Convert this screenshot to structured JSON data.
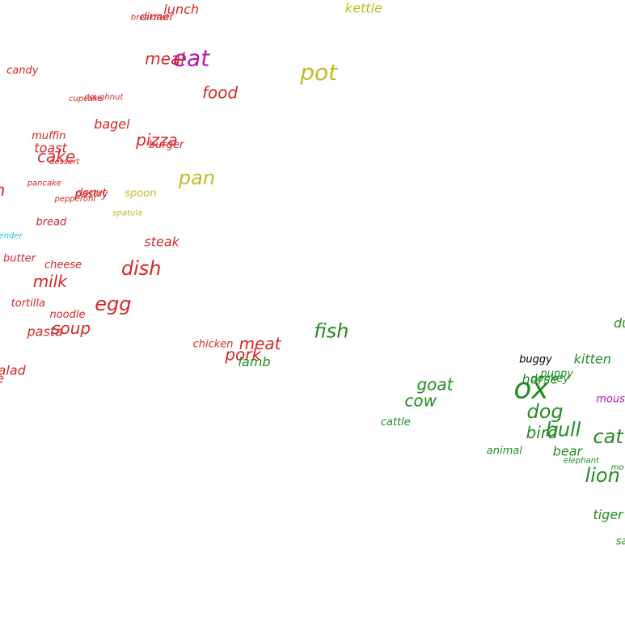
{
  "chart_data": {
    "type": "scatter",
    "title": "",
    "xlabel": "",
    "ylabel": "",
    "grid": false,
    "legend": "none",
    "marker": "text",
    "xlim": [
      0,
      100
    ],
    "ylim": [
      0,
      100
    ],
    "colors": {
      "food": "#d62728",
      "utensil": "#bcbd22",
      "animal": "#228b22",
      "verb": "#b316b3",
      "other": "#000000",
      "teal": "#17becf"
    },
    "points": [
      {
        "label": "kettle",
        "x": 58.2,
        "y": 98.6,
        "group": "utensil",
        "weight": 2
      },
      {
        "label": "lunch",
        "x": 29.0,
        "y": 98.4,
        "group": "food",
        "weight": 2
      },
      {
        "label": "dinner",
        "x": 25.1,
        "y": 97.2,
        "group": "food",
        "weight": 1
      },
      {
        "label": "breakfast",
        "x": 24.0,
        "y": 97.2,
        "group": "food",
        "weight": 0
      },
      {
        "label": "pot",
        "x": 51.0,
        "y": 88.2,
        "group": "utensil",
        "weight": 5
      },
      {
        "label": "eat",
        "x": 30.6,
        "y": 90.5,
        "group": "verb",
        "weight": 5
      },
      {
        "label": "meal",
        "x": 26.4,
        "y": 90.4,
        "group": "food",
        "weight": 3
      },
      {
        "label": "candy",
        "x": 3.6,
        "y": 88.7,
        "group": "food",
        "weight": 1
      },
      {
        "label": "food",
        "x": 35.2,
        "y": 85.0,
        "group": "food",
        "weight": 3
      },
      {
        "label": "cupcake",
        "x": 13.7,
        "y": 84.2,
        "group": "food",
        "weight": 0
      },
      {
        "label": "doughnut",
        "x": 16.6,
        "y": 84.5,
        "group": "food",
        "weight": 0
      },
      {
        "label": "bagel",
        "x": 17.9,
        "y": 80.0,
        "group": "food",
        "weight": 2
      },
      {
        "label": "muffin",
        "x": 7.8,
        "y": 78.2,
        "group": "food",
        "weight": 1
      },
      {
        "label": "pizza",
        "x": 25.1,
        "y": 77.4,
        "group": "food",
        "weight": 3
      },
      {
        "label": "burger",
        "x": 26.6,
        "y": 76.8,
        "group": "food",
        "weight": 1
      },
      {
        "label": "toast",
        "x": 8.1,
        "y": 76.2,
        "group": "food",
        "weight": 2
      },
      {
        "label": "cake",
        "x": 9.0,
        "y": 74.8,
        "group": "food",
        "weight": 3
      },
      {
        "label": "dessert",
        "x": 10.3,
        "y": 74.1,
        "group": "food",
        "weight": 0
      },
      {
        "label": "pan",
        "x": 31.5,
        "y": 71.4,
        "group": "utensil",
        "weight": 4
      },
      {
        "label": "pancake",
        "x": 7.1,
        "y": 70.7,
        "group": "food",
        "weight": 0
      },
      {
        "label": "pastry",
        "x": 14.6,
        "y": 68.9,
        "group": "food",
        "weight": 1
      },
      {
        "label": "donut",
        "x": 14.6,
        "y": 69.1,
        "group": "food",
        "weight": 1
      },
      {
        "label": "pepperoni",
        "x": 12.0,
        "y": 68.2,
        "group": "food",
        "weight": 0
      },
      {
        "label": "spoon",
        "x": 22.5,
        "y": 69.0,
        "group": "utensil",
        "weight": 1
      },
      {
        "label": "n",
        "x": 0.0,
        "y": 69.4,
        "group": "food",
        "weight": 3
      },
      {
        "label": "spatula",
        "x": 20.4,
        "y": 65.9,
        "group": "utensil",
        "weight": 0
      },
      {
        "label": "bread",
        "x": 8.2,
        "y": 64.4,
        "group": "food",
        "weight": 1
      },
      {
        "label": "ender",
        "x": 1.7,
        "y": 62.3,
        "group": "teal",
        "weight": 0
      },
      {
        "label": "steak",
        "x": 25.9,
        "y": 61.2,
        "group": "food",
        "weight": 2
      },
      {
        "label": "butter",
        "x": 3.1,
        "y": 58.6,
        "group": "food",
        "weight": 1
      },
      {
        "label": "cheese",
        "x": 10.1,
        "y": 57.6,
        "group": "food",
        "weight": 1
      },
      {
        "label": "dish",
        "x": 22.6,
        "y": 56.9,
        "group": "food",
        "weight": 4
      },
      {
        "label": "milk",
        "x": 8.0,
        "y": 54.8,
        "group": "food",
        "weight": 3
      },
      {
        "label": "tortilla",
        "x": 4.5,
        "y": 51.4,
        "group": "food",
        "weight": 1
      },
      {
        "label": "egg",
        "x": 18.1,
        "y": 51.2,
        "group": "food",
        "weight": 4
      },
      {
        "label": "noodle",
        "x": 10.8,
        "y": 49.6,
        "group": "food",
        "weight": 1
      },
      {
        "label": "soup",
        "x": 11.4,
        "y": 47.3,
        "group": "food",
        "weight": 3
      },
      {
        "label": "pasta",
        "x": 7.2,
        "y": 46.8,
        "group": "food",
        "weight": 2
      },
      {
        "label": "fish",
        "x": 53.0,
        "y": 46.9,
        "group": "animal",
        "weight": 4
      },
      {
        "label": "chicken",
        "x": 34.1,
        "y": 44.9,
        "group": "food",
        "weight": 1
      },
      {
        "label": "meat",
        "x": 41.6,
        "y": 44.8,
        "group": "food",
        "weight": 3
      },
      {
        "label": "pork",
        "x": 38.9,
        "y": 43.1,
        "group": "food",
        "weight": 3
      },
      {
        "label": "lamb",
        "x": 40.7,
        "y": 42.0,
        "group": "animal",
        "weight": 2
      },
      {
        "label": "alad",
        "x": 1.9,
        "y": 40.6,
        "group": "food",
        "weight": 2
      },
      {
        "label": "e",
        "x": 0.0,
        "y": 39.3,
        "group": "food",
        "weight": 2
      },
      {
        "label": "du",
        "x": 99.5,
        "y": 48.2,
        "group": "animal",
        "weight": 2
      },
      {
        "label": "buggy",
        "x": 85.7,
        "y": 42.4,
        "group": "other",
        "weight": 1
      },
      {
        "label": "kitten",
        "x": 94.8,
        "y": 42.4,
        "group": "animal",
        "weight": 2
      },
      {
        "label": "puppy",
        "x": 89.1,
        "y": 40.2,
        "group": "animal",
        "weight": 1
      },
      {
        "label": "horse",
        "x": 86.4,
        "y": 39.2,
        "group": "animal",
        "weight": 2
      },
      {
        "label": "donkey",
        "x": 88.0,
        "y": 39.4,
        "group": "animal",
        "weight": 1
      },
      {
        "label": "ox",
        "x": 85.0,
        "y": 37.6,
        "group": "animal",
        "weight": 6
      },
      {
        "label": "goat",
        "x": 69.6,
        "y": 38.3,
        "group": "animal",
        "weight": 3
      },
      {
        "label": "cow",
        "x": 67.3,
        "y": 35.7,
        "group": "animal",
        "weight": 3
      },
      {
        "label": "mouse",
        "x": 98.2,
        "y": 36.1,
        "group": "verb",
        "weight": 1
      },
      {
        "label": "dog",
        "x": 87.2,
        "y": 34.0,
        "group": "animal",
        "weight": 4
      },
      {
        "label": "bull",
        "x": 90.1,
        "y": 31.1,
        "group": "animal",
        "weight": 4
      },
      {
        "label": "bird",
        "x": 86.7,
        "y": 30.6,
        "group": "animal",
        "weight": 3
      },
      {
        "label": "cattle",
        "x": 63.3,
        "y": 32.4,
        "group": "animal",
        "weight": 1
      },
      {
        "label": "cat",
        "x": 97.3,
        "y": 30.0,
        "group": "animal",
        "weight": 4
      },
      {
        "label": "animal",
        "x": 80.7,
        "y": 27.8,
        "group": "animal",
        "weight": 1
      },
      {
        "label": "bear",
        "x": 90.8,
        "y": 27.7,
        "group": "animal",
        "weight": 2
      },
      {
        "label": "elephant",
        "x": 93.0,
        "y": 26.3,
        "group": "animal",
        "weight": 0
      },
      {
        "label": "mo",
        "x": 98.8,
        "y": 25.2,
        "group": "animal",
        "weight": 0
      },
      {
        "label": "lion",
        "x": 96.4,
        "y": 23.8,
        "group": "animal",
        "weight": 4
      },
      {
        "label": "tiger",
        "x": 97.3,
        "y": 17.5,
        "group": "animal",
        "weight": 2
      },
      {
        "label": "sa",
        "x": 99.5,
        "y": 13.3,
        "group": "animal",
        "weight": 1
      }
    ]
  }
}
